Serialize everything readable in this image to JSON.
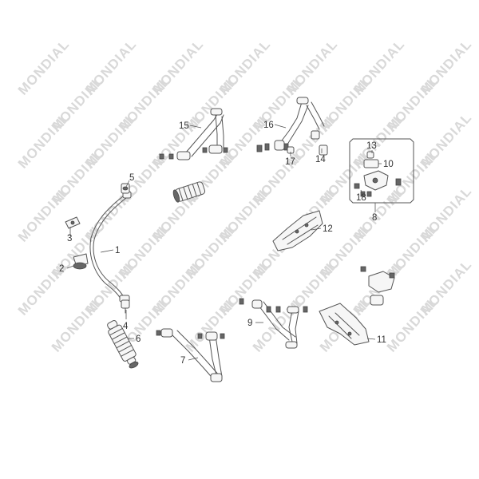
{
  "watermark": {
    "text": "MONDIAL"
  },
  "callouts": [
    {
      "id": "1",
      "label": "1"
    },
    {
      "id": "2",
      "label": "2"
    },
    {
      "id": "3",
      "label": "3"
    },
    {
      "id": "4",
      "label": "4"
    },
    {
      "id": "5",
      "label": "5"
    },
    {
      "id": "6",
      "label": "6"
    },
    {
      "id": "7",
      "label": "7"
    },
    {
      "id": "8",
      "label": "8"
    },
    {
      "id": "9",
      "label": "9"
    },
    {
      "id": "10",
      "label": "10"
    },
    {
      "id": "11",
      "label": "11"
    },
    {
      "id": "12",
      "label": "12"
    },
    {
      "id": "13",
      "label": "13"
    },
    {
      "id": "14",
      "label": "14"
    },
    {
      "id": "15",
      "label": "15"
    },
    {
      "id": "16",
      "label": "16"
    },
    {
      "id": "17",
      "label": "17"
    },
    {
      "id": "18",
      "label": "18"
    }
  ],
  "colors": {
    "line": "#555555",
    "watermark": "#d9d9d9",
    "background": "#ffffff"
  }
}
